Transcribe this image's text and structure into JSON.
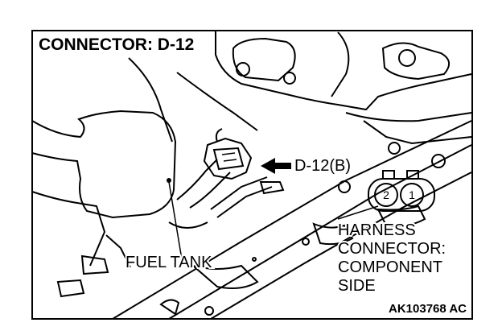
{
  "diagram": {
    "title": "CONNECTOR: D-12",
    "connector_label": "D-12(B)",
    "component_label": "FUEL TANK",
    "harness_label_lines": [
      "HARNESS",
      "CONNECTOR:",
      "COMPONENT",
      "SIDE"
    ],
    "pins": [
      "2",
      "1"
    ],
    "figure_code": "AK103768 AC"
  }
}
